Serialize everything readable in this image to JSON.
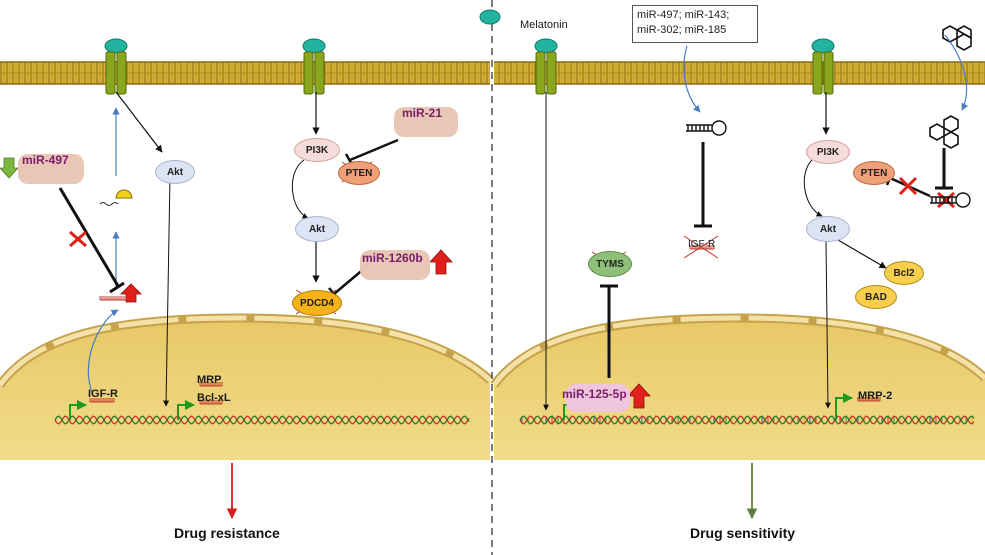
{
  "left_panel": {
    "mir_497": "miR-497",
    "akt_top": "Akt",
    "igf_r": "IGF-R",
    "mrp": "MRP",
    "bcl_xl": "Bcl-xL",
    "pi3k": "PI3K",
    "mir_21": "miR-21",
    "pten": "PTEN",
    "akt_mid": "Akt",
    "mir_1260b": "miR-1260b",
    "pdcd4": "PDCD4",
    "caption": "Drug resistance"
  },
  "right_panel": {
    "melatonin": "Melatonin",
    "mirna_list": {
      "line1": "miR-497; miR-143;",
      "line2": "miR-302; miR-185"
    },
    "tyms": "TYMS",
    "igf_r": "IGF-R",
    "mir_125_5p": "miR-125-5p",
    "pi3k": "PI3K",
    "pten": "PTEN",
    "akt": "Akt",
    "bcl2": "Bcl2",
    "bad": "BAD",
    "mrp_2": "MRP-2",
    "caption": "Drug sensitivity"
  },
  "colors": {
    "membrane": "#c9a227",
    "nucleus": "#e3c15b",
    "receptor": "#8aa61c",
    "ligand": "#22b3a0",
    "inhibition_mark": "#e0201a",
    "up_arrow": "#e0201a",
    "down_arrow": "#7ab640",
    "resistance_arrow": "#d41c1c",
    "sensitivity_arrow": "#5f7f3a",
    "mirna_text": "#7a1e6c"
  }
}
